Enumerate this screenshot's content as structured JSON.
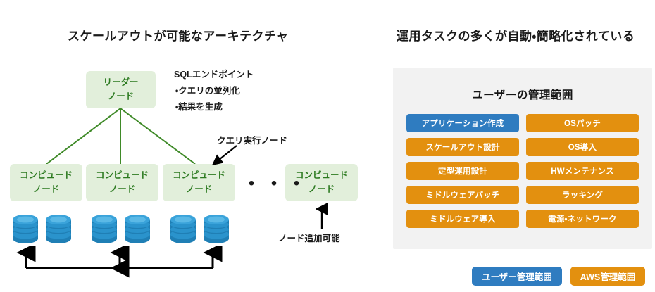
{
  "left": {
    "title": "スケールアウトが可能なアーキテクチャ",
    "leader_node": {
      "line1": "リーダー",
      "line2": "ノード"
    },
    "compute_nodes": [
      {
        "line1": "コンピュード",
        "line2": "ノード"
      },
      {
        "line1": "コンピュード",
        "line2": "ノード"
      },
      {
        "line1": "コンピュード",
        "line2": "ノード"
      },
      {
        "line1": "コンピュード",
        "line2": "ノード"
      }
    ],
    "sql_endpoint": {
      "heading": "SQLエンドポイント",
      "bullets": [
        "・クエリの並列化",
        "・結果を生成"
      ]
    },
    "query_node_label": "クエリ実行ノード",
    "node_add_label": "ノード追加可能",
    "ellipsis": "・・・"
  },
  "right": {
    "title": "運用タスクの多くが自動・簡略化されている",
    "panel_heading": "ユーザーの管理範囲",
    "pills": [
      {
        "label": "アプリケーション作成",
        "owner": "user"
      },
      {
        "label": "OSパッチ",
        "owner": "aws"
      },
      {
        "label": "スケールアウト設計",
        "owner": "aws"
      },
      {
        "label": "OS導入",
        "owner": "aws"
      },
      {
        "label": "定型運用設計",
        "owner": "aws"
      },
      {
        "label": "HWメンテナンス",
        "owner": "aws"
      },
      {
        "label": "ミドルウェアパッチ",
        "owner": "aws"
      },
      {
        "label": "ラッキング",
        "owner": "aws"
      },
      {
        "label": "ミドルウェア導入",
        "owner": "aws"
      },
      {
        "label": "電源・ネットワーク",
        "owner": "aws"
      }
    ]
  },
  "legend": [
    {
      "label": "ユーザー管理範囲",
      "owner": "user"
    },
    {
      "label": "AWS管理範囲",
      "owner": "aws"
    }
  ],
  "colors": {
    "user_blue": "#2f7cc0",
    "aws_orange": "#e3900f",
    "node_green_bg": "#e2efdb",
    "node_green_text": "#2c7a20",
    "edge_green": "#3f8a28",
    "panel_bg": "#f2f2f2",
    "db_blue": "#1f7fb5",
    "db_blue_light": "#4aa8d8",
    "arrow_black": "#000000"
  }
}
